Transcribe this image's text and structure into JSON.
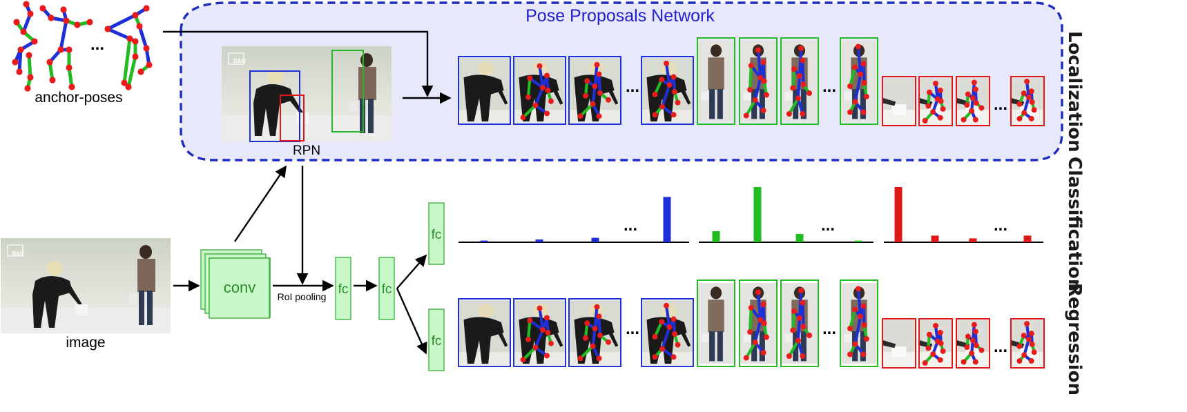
{
  "title": "Pose Proposals Network",
  "labels": {
    "anchor_poses": "anchor-poses",
    "rpn": "RPN",
    "image": "image",
    "conv": "conv",
    "roi_pooling": "RoI pooling",
    "fc": "fc",
    "ellipsis": "..."
  },
  "side_labels": {
    "localization": "Localization",
    "classification": "Classification",
    "regression": "Regression"
  },
  "sample_logo": "B&Q",
  "colors": {
    "blue": "#1f2fd6",
    "green": "#22bb22",
    "red": "#e01818",
    "joint": "#e81c1c",
    "fc_fill": "#c8f7c8",
    "fc_stroke": "#45b045",
    "rpn_fill": "#e8e8fb",
    "dash": "#1c2dbd"
  },
  "chart_data": {
    "type": "bar",
    "groups": [
      {
        "color": "blue",
        "values": [
          0.03,
          0.05,
          0.08,
          0.82
        ]
      },
      {
        "color": "green",
        "values": [
          0.2,
          1.0,
          0.15,
          0.03
        ]
      },
      {
        "color": "red",
        "values": [
          1.0,
          0.12,
          0.07,
          0.12
        ]
      }
    ]
  }
}
